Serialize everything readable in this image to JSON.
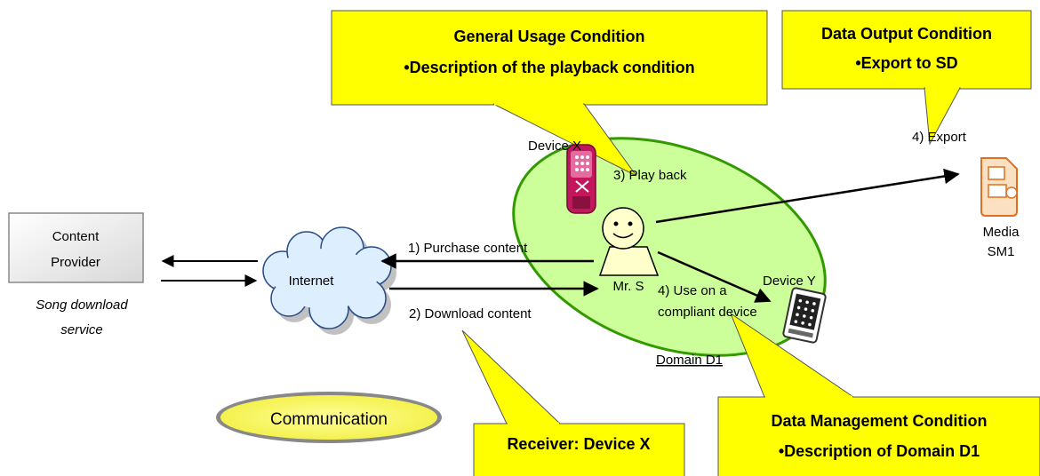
{
  "provider": {
    "line1": "Content",
    "line2": "Provider",
    "caption1": "Song download",
    "caption2": "service"
  },
  "internet": {
    "label": "Internet"
  },
  "communication": {
    "label": "Communication"
  },
  "user": {
    "label": "Mr. S"
  },
  "domain": {
    "label": "Domain D1"
  },
  "device_x": {
    "label": "Device X"
  },
  "device_y": {
    "label": "Device Y"
  },
  "media": {
    "line1": "Media",
    "line2": "SM1"
  },
  "steps": {
    "purchase": "1) Purchase content",
    "download": "2) Download content",
    "playback": "3) Play back",
    "use_line1": "4) Use on a",
    "use_line2": "compliant device",
    "export": "4) Export"
  },
  "callouts": {
    "general": {
      "title": "General Usage Condition",
      "item": "Description of the playback condition"
    },
    "output": {
      "title": "Data Output Condition",
      "item": "Export to SD"
    },
    "receiver": {
      "title": "Receiver: Device X"
    },
    "management": {
      "title": "Data Management Condition",
      "item": "Description of Domain D1"
    }
  },
  "colors": {
    "callout_fill": "#ffff00",
    "domain_fill": "#ccff99",
    "domain_stroke": "#339900",
    "cloud_fill": "#ddeeff",
    "comm_fill": "#ffff66",
    "media_stroke": "#e07020"
  }
}
